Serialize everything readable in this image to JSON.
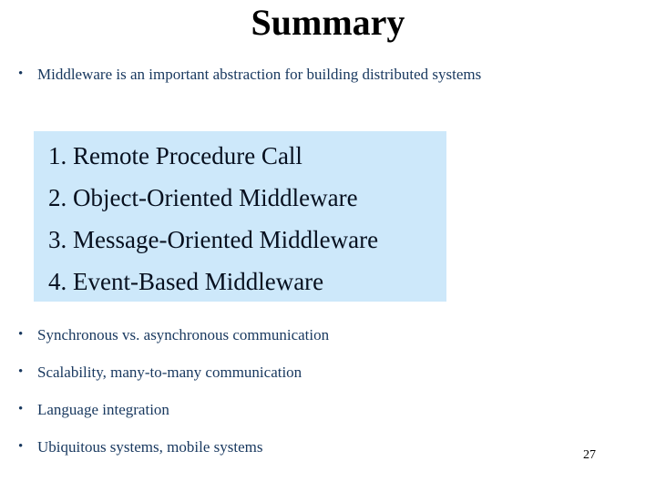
{
  "slide": {
    "title": "Summary",
    "bullet_char": "•",
    "intro_bullet": "Middleware is an important abstraction for building distributed systems",
    "numbered_items": [
      {
        "num": "1.",
        "label": "Remote Procedure Call"
      },
      {
        "num": "2.",
        "label": "Object-Oriented Middleware"
      },
      {
        "num": "3.",
        "label": "Message-Oriented Middleware"
      },
      {
        "num": "4.",
        "label": "Event-Based Middleware"
      }
    ],
    "bullets": [
      {
        "label": "Synchronous vs. asynchronous communication"
      },
      {
        "label": "Scalability, many-to-many communication"
      },
      {
        "label": "Language integration"
      },
      {
        "label": "Ubiquitous systems, mobile systems"
      }
    ],
    "page_number": "27",
    "colors": {
      "title": "#000000",
      "body_text": "#17375e",
      "list_text": "#07101f",
      "highlight_bg": "#cde8fa",
      "page_number": "#000000"
    }
  }
}
